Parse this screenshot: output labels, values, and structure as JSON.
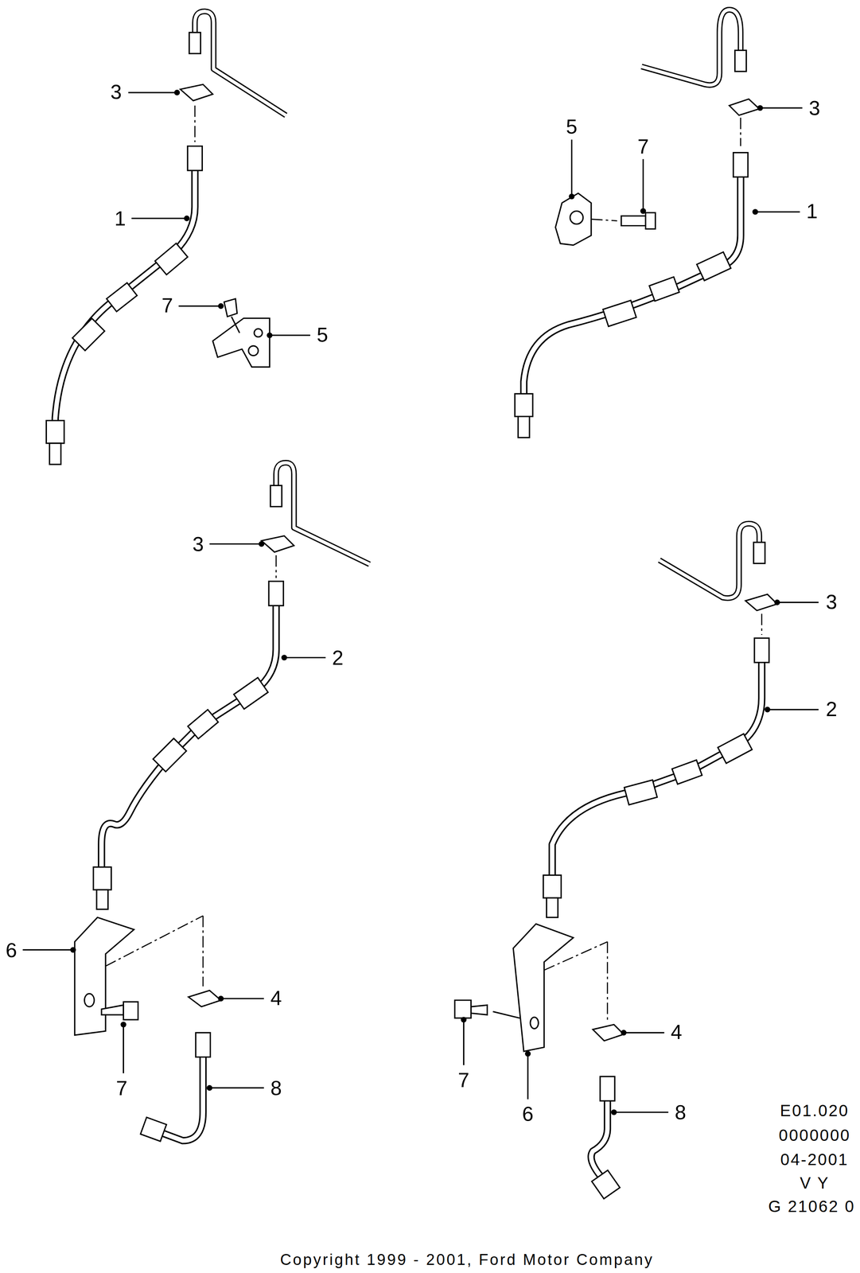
{
  "diagram": {
    "caption": "Copyright 1999 - 2001, Ford Motor Company",
    "labels": [
      "3",
      "1",
      "7",
      "5",
      "5",
      "7",
      "3",
      "1",
      "3",
      "2",
      "6",
      "4",
      "7",
      "8",
      "3",
      "2",
      "4",
      "7",
      "6",
      "8",
      "E01.020",
      "0000000",
      "04-2001",
      "V Y",
      "G 21062 0"
    ]
  }
}
